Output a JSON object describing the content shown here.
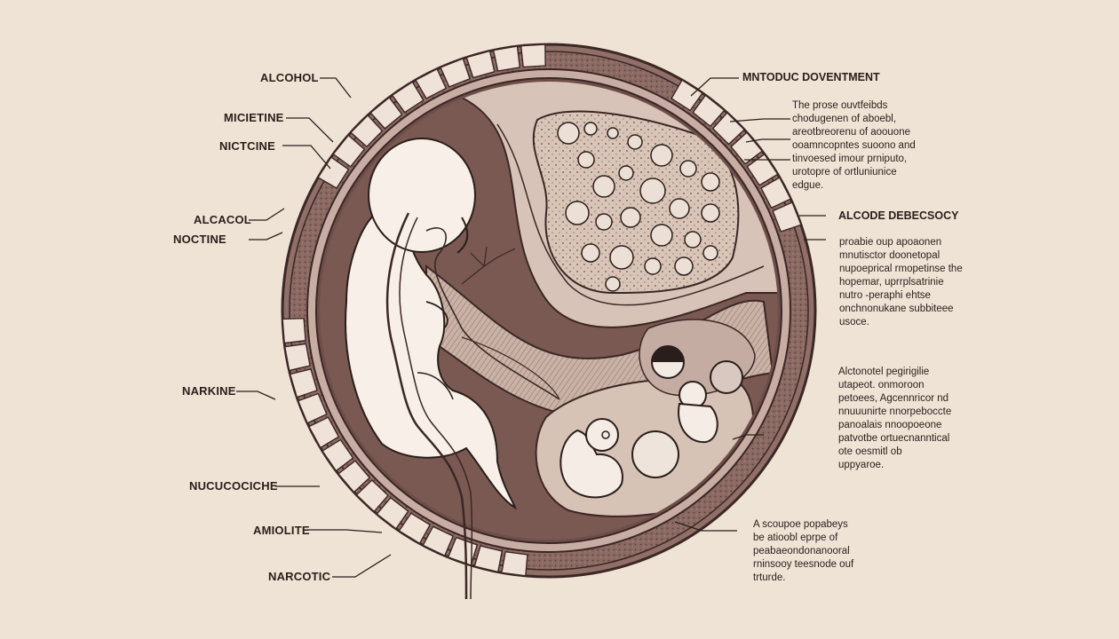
{
  "labels_left": {
    "alcohol": "ALCOHOL",
    "micietine": "MICIETINE",
    "nictcine": "NICTCINE",
    "alcacol": "ALCACOL",
    "noctine": "NOCTINE",
    "narkine": "NARKINE",
    "nucucociche": "NUCUCOCICHE",
    "amiolite": "AMIOLITE",
    "narcotic": "NARCOTIC"
  },
  "headings_right": {
    "top": "MNTODUC DOVENTMENT",
    "middle": "ALCODE DEBECSOCY"
  },
  "paragraphs_right": {
    "p1": [
      "The prose ouvtfeibds",
      "chodugenen of aboebl,",
      "areotbreorenu of aoouone",
      "ooamncopntes suoono and",
      "tinvoesed imour prniputo,",
      "urotopre of ortluniunice",
      "edgue."
    ],
    "p2": [
      "proabie oup apoaonen",
      "mnutisctor doonetopal",
      "nupoeprical rmopetinse the",
      "hopemar, uprrplsatrinie",
      "nutro -peraphi ehtse",
      "onchnonukane subbiteee",
      "usoce."
    ],
    "p3": [
      "Alctonotel pegirigilie",
      "utapeot. onmoroon",
      "petoees, Agcennricor nd",
      "nnuuunirte nnorpeboccte",
      "panoalais nnoopoeone",
      "patvotbe ortuecnanntical",
      "ote oesmitl ob",
      "uppyaroe."
    ],
    "p4": [
      "A scoupoe popabeys",
      "be atioobl eprpe of",
      "peabaeondonanooral",
      "rninsooy teesnode ouf",
      "trturde."
    ]
  }
}
